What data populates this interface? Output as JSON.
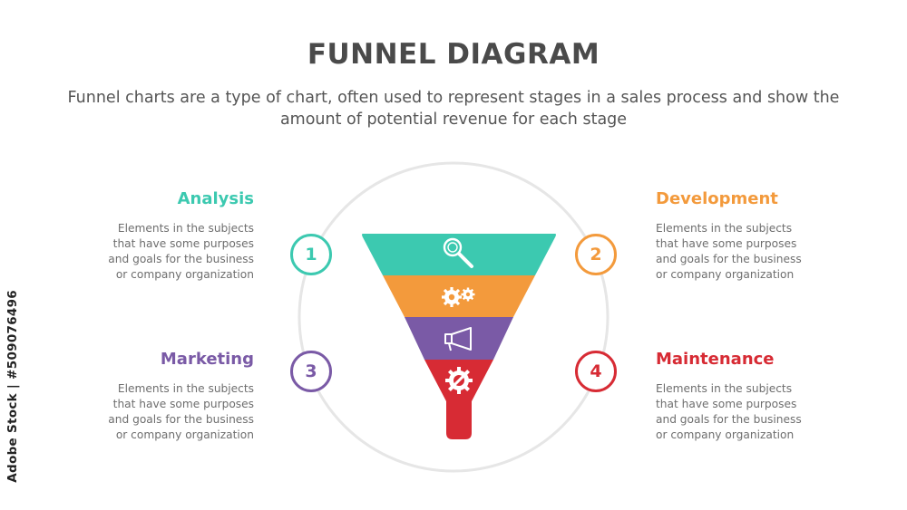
{
  "title": "FUNNEL DIAGRAM",
  "subtitle_line1": "Funnel charts are a type of chart, often used to represent stages in a sales process and show the",
  "subtitle_line2": "amount of potential revenue for each stage",
  "stages": [
    {
      "number": "1",
      "title": "Analysis",
      "color": "#3cc9b0",
      "icon": "magnifier-icon",
      "desc": [
        "Elements in the subjects",
        "that have some purposes",
        "and goals for the  business",
        "or company organization"
      ]
    },
    {
      "number": "2",
      "title": "Development",
      "color": "#f39a3c",
      "icon": "gears-icon",
      "desc": [
        "Elements in the subjects",
        "that have some purposes",
        "and goals for the  business",
        "or company organization"
      ]
    },
    {
      "number": "3",
      "title": "Marketing",
      "color": "#7a5aa6",
      "icon": "megaphone-icon",
      "desc": [
        "Elements in the subjects",
        "that have some purposes",
        "and goals for the  business",
        "or company organization"
      ]
    },
    {
      "number": "4",
      "title": "Maintenance",
      "color": "#d72b34",
      "icon": "gear-wrench-icon",
      "desc": [
        "Elements in the subjects",
        "that have some purposes",
        "and goals for the  business",
        "or company organization"
      ]
    }
  ],
  "watermark": "Adobe Stock | #509076496"
}
